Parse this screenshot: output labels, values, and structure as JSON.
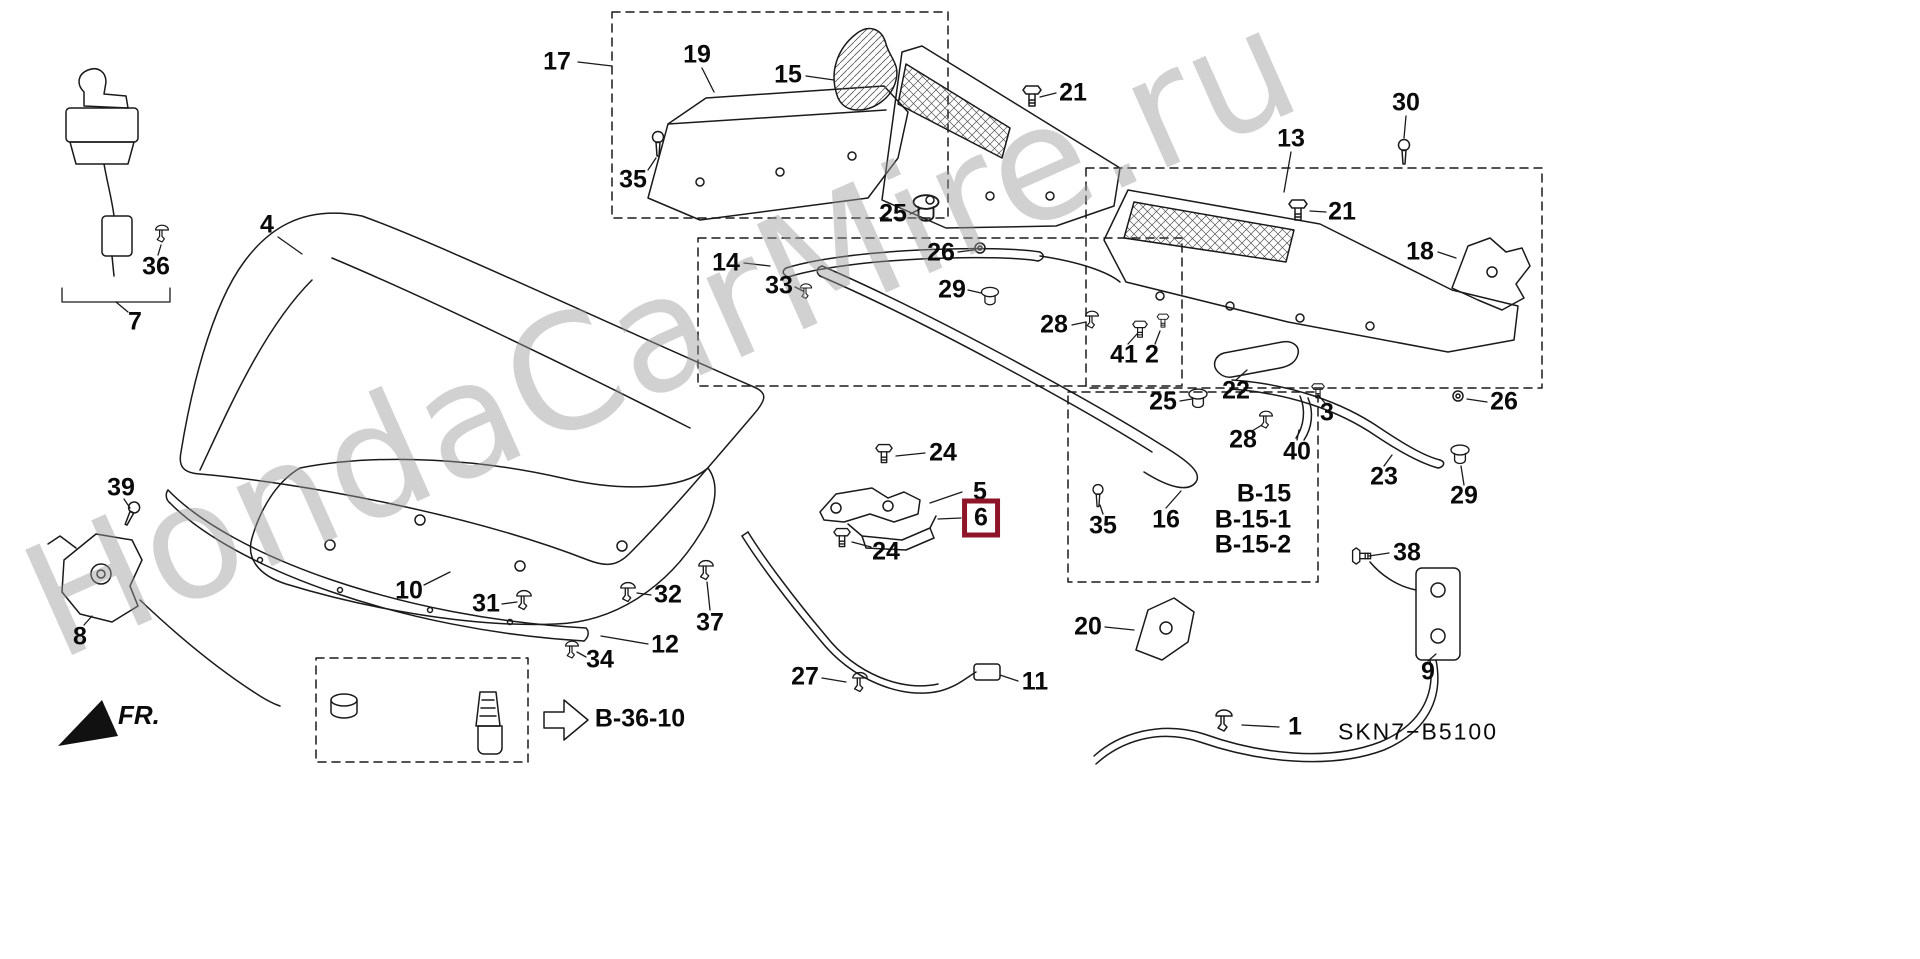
{
  "watermark": {
    "text": "HondaCarMire.ru"
  },
  "diagram": {
    "code": "SKN7−B5100",
    "fr_label": "FR.",
    "highlighted_part": "6"
  },
  "colors": {
    "line": "#1a1a1a",
    "highlight_box": "#8e1528",
    "watermark": "#9a9a9a",
    "background": "#ffffff"
  },
  "callouts": {
    "c1": {
      "label": "1"
    },
    "c2": {
      "label": "2"
    },
    "c3": {
      "label": "3"
    },
    "c4": {
      "label": "4"
    },
    "c5": {
      "label": "5"
    },
    "c6": {
      "label": "6"
    },
    "c7": {
      "label": "7"
    },
    "c8": {
      "label": "8"
    },
    "c9": {
      "label": "9"
    },
    "c10": {
      "label": "10"
    },
    "c11": {
      "label": "11"
    },
    "c12": {
      "label": "12"
    },
    "c13": {
      "label": "13"
    },
    "c14": {
      "label": "14"
    },
    "c15": {
      "label": "15"
    },
    "c16": {
      "label": "16"
    },
    "c17": {
      "label": "17"
    },
    "c18": {
      "label": "18"
    },
    "c19": {
      "label": "19"
    },
    "c20": {
      "label": "20"
    },
    "c21a": {
      "label": "21"
    },
    "c21b": {
      "label": "21"
    },
    "c22": {
      "label": "22"
    },
    "c23": {
      "label": "23"
    },
    "c24a": {
      "label": "24"
    },
    "c24b": {
      "label": "24"
    },
    "c25a": {
      "label": "25"
    },
    "c25b": {
      "label": "25"
    },
    "c26a": {
      "label": "26"
    },
    "c26b": {
      "label": "26"
    },
    "c27": {
      "label": "27"
    },
    "c28a": {
      "label": "28"
    },
    "c28b": {
      "label": "28"
    },
    "c29a": {
      "label": "29"
    },
    "c29b": {
      "label": "29"
    },
    "c30": {
      "label": "30"
    },
    "c31": {
      "label": "31"
    },
    "c32": {
      "label": "32"
    },
    "c33": {
      "label": "33"
    },
    "c34": {
      "label": "34"
    },
    "c35a": {
      "label": "35"
    },
    "c35b": {
      "label": "35"
    },
    "c36": {
      "label": "36"
    },
    "c37": {
      "label": "37"
    },
    "c38": {
      "label": "38"
    },
    "c39": {
      "label": "39"
    },
    "c40": {
      "label": "40"
    },
    "c41": {
      "label": "41"
    }
  },
  "ref_labels": {
    "b15": {
      "label": "B-15"
    },
    "b15_1": {
      "label": "B-15-1"
    },
    "b15_2": {
      "label": "B-15-2"
    },
    "b36_10": {
      "label": "B-36-10"
    }
  }
}
